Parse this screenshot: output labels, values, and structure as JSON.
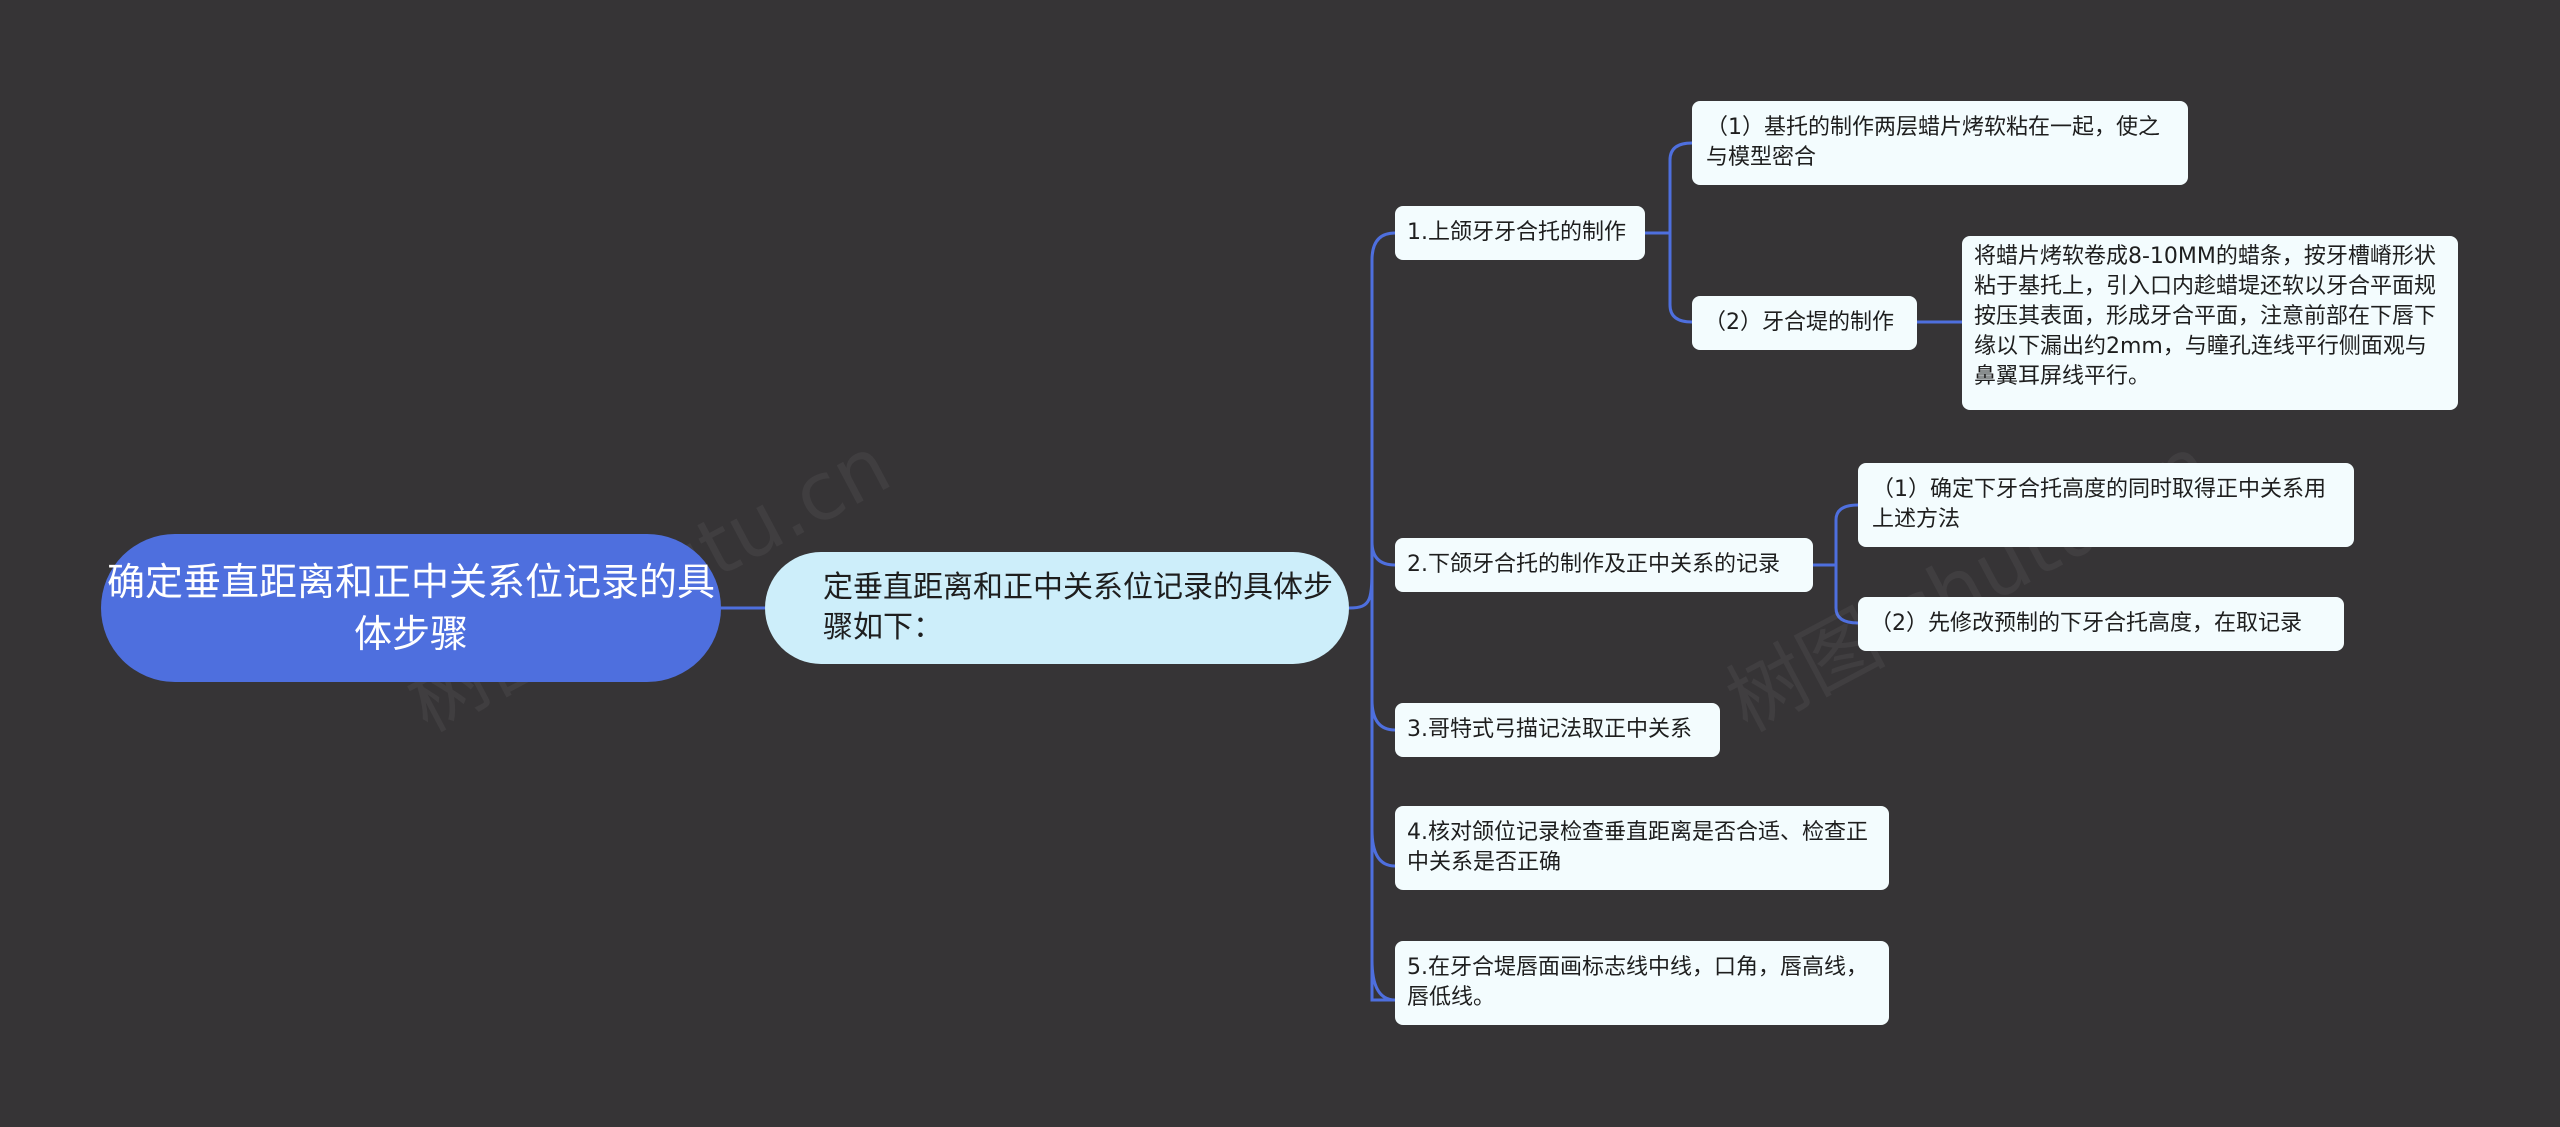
{
  "root": {
    "title": "确定垂直距离和正中关系位记录的具体步骤"
  },
  "center": {
    "text": "定垂直距离和正中关系位记录的具体步骤如下："
  },
  "steps": [
    {
      "label": "1.上颌牙牙合托的制作",
      "subs": [
        {
          "label": "（1）基托的制作两层蜡片烤软粘在一起，使之与模型密合"
        },
        {
          "label": "（2）牙合堤的制作",
          "detail": "将蜡片烤软卷成8-10MM的蜡条，按牙槽嵴形状粘于基托上，引入口内趁蜡堤还软以牙合平面规按压其表面，形成牙合平面，注意前部在下唇下缘以下漏出约2mm，与瞳孔连线平行侧面观与鼻翼耳屏线平行。"
        }
      ]
    },
    {
      "label": "2.下颌牙合托的制作及正中关系的记录",
      "subs": [
        {
          "label": "（1）确定下牙合托高度的同时取得正中关系用上述方法"
        },
        {
          "label": "（2）先修改预制的下牙合托高度，在取记录"
        }
      ]
    },
    {
      "label": "3.哥特式弓描记法取正中关系"
    },
    {
      "label": "4.核对颌位记录检查垂直距离是否合适、检查正中关系是否正确"
    },
    {
      "label": "5.在牙合堤唇面画标志线中线，口角，唇高线，唇低线。"
    }
  ],
  "colors": {
    "background": "#363436",
    "connector": "#4e6fde",
    "root": "#4e6fde",
    "center": "#cdeefa",
    "box": "#f3fcfe"
  }
}
